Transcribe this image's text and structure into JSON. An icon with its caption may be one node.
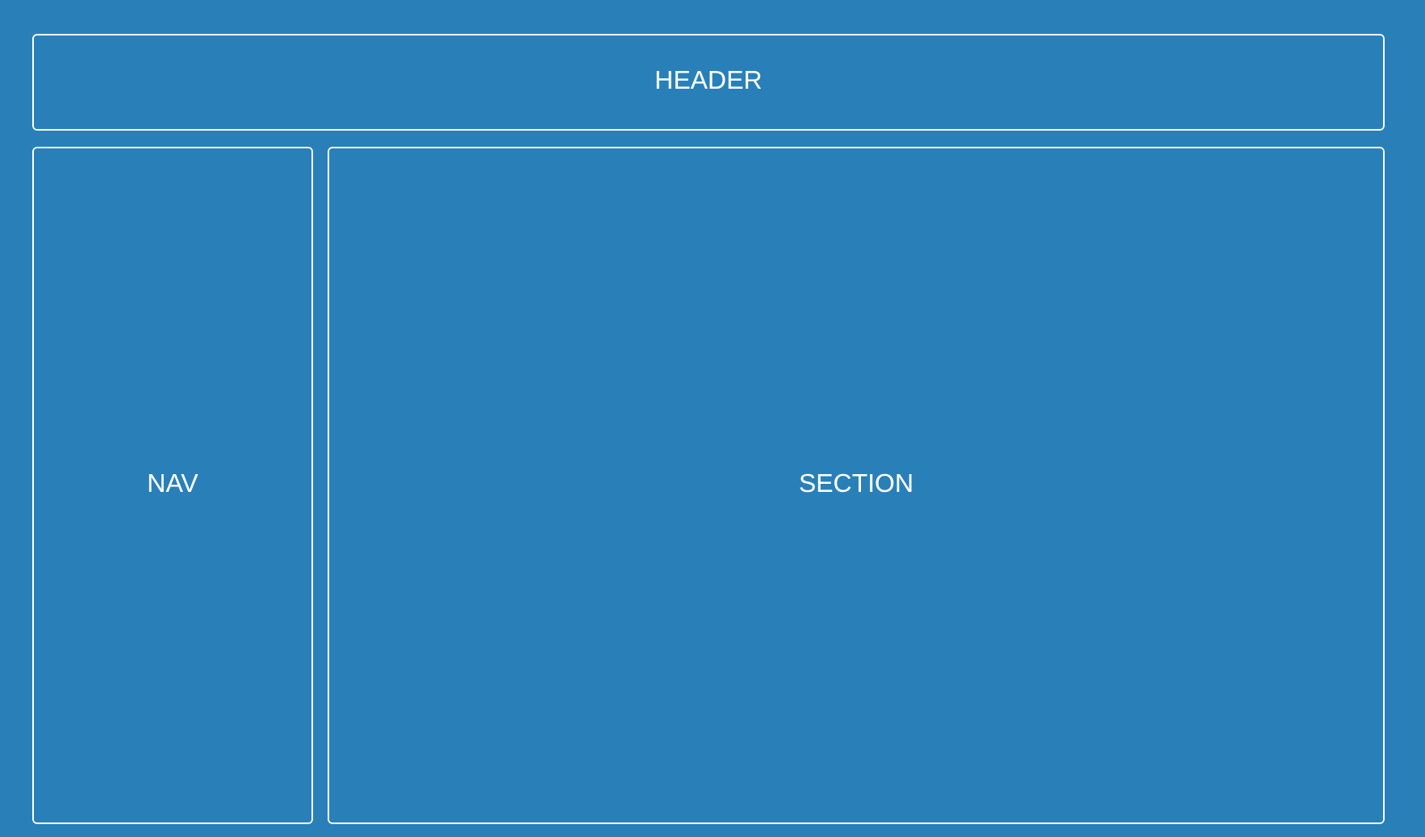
{
  "diagram": {
    "nodes": [
      {
        "text": [
          "HEADER"
        ]
      },
      {
        "text": [
          "NAV"
        ]
      },
      {
        "text": [
          "SECTION"
        ]
      }
    ]
  }
}
